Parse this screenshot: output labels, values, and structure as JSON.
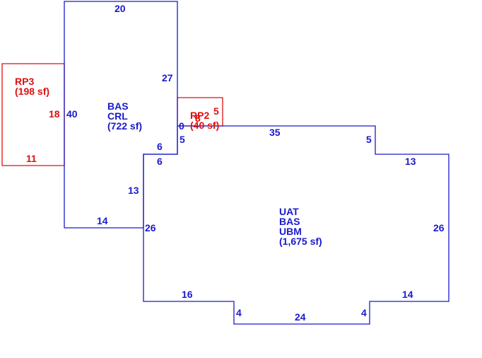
{
  "colors": {
    "main": "#1a1acc",
    "secondary": "#dd1111",
    "background": "#ffffff"
  },
  "areas": {
    "bas_crl": {
      "lines": [
        "BAS",
        "CRL",
        "(722 sf)"
      ]
    },
    "uat": {
      "lines": [
        "UAT",
        "BAS",
        "UBM",
        "(1,675 sf)"
      ]
    },
    "rp3": {
      "lines": [
        "RP3",
        "(198 sf)"
      ]
    },
    "rp2": {
      "lines": [
        "RP2",
        "(40 sf)"
      ]
    }
  },
  "dimensions": {
    "bas_top": "20",
    "bas_right_upper": "27",
    "bas_left": "40",
    "bas_bottom": "14",
    "bas_lower_right": "13",
    "bas_step_top": "6",
    "bas_step_bottom": "6",
    "bas_right_short": "5",
    "junction_zero": "0",
    "uat_top": "35",
    "uat_top_right_step": "5",
    "uat_right_step": "13",
    "uat_right": "26",
    "uat_left": "26",
    "uat_bottom_right": "14",
    "uat_notch_right": "4",
    "uat_bottom": "24",
    "uat_notch_left": "4",
    "uat_bottom_left": "16",
    "rp3_right": "18",
    "rp3_bottom": "11",
    "rp2_right": "5",
    "rp2_left": "8"
  }
}
